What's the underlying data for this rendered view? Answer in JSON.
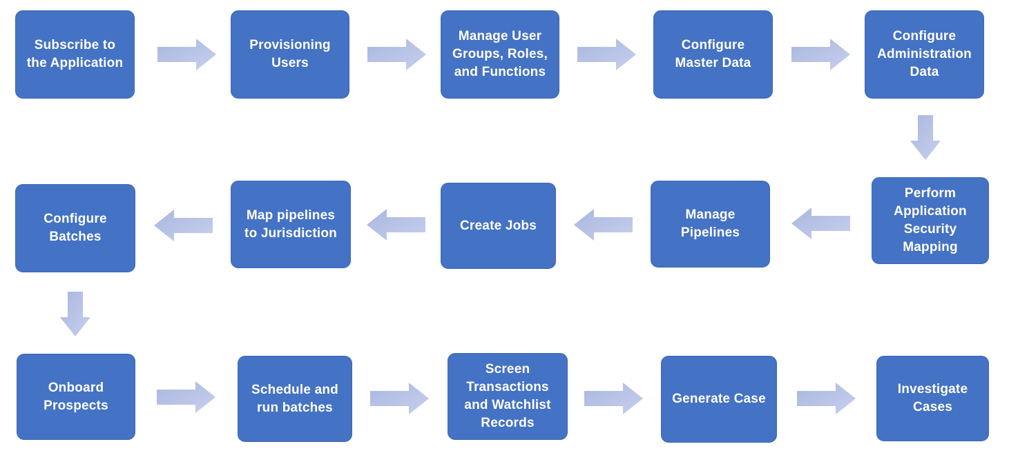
{
  "diagram": {
    "type": "flowchart",
    "colors": {
      "node_fill": "#4472C4",
      "node_border": "#3E69B3",
      "node_text": "#FFFFFF",
      "arrow_fill_dark": "#A9B7DE",
      "arrow_fill_light": "#C7CFEE",
      "background": "#FFFFFF"
    },
    "nodes": [
      {
        "id": "subscribe-to-the-application",
        "label": "Subscribe to\nthe Application"
      },
      {
        "id": "provisioning-users",
        "label": "Provisioning\nUsers"
      },
      {
        "id": "manage-user-groups-roles-and-functions",
        "label": "Manage User\nGroups, Roles,\nand Functions"
      },
      {
        "id": "configure-master-data",
        "label": "Configure\nMaster Data"
      },
      {
        "id": "configure-administration-data",
        "label": "Configure\nAdministration\nData"
      },
      {
        "id": "perform-application-security-mapping",
        "label": "Perform\nApplication\nSecurity\nMapping"
      },
      {
        "id": "manage-pipelines",
        "label": "Manage\nPipelines"
      },
      {
        "id": "create-jobs",
        "label": "Create Jobs"
      },
      {
        "id": "map-pipelines-to-jurisdiction",
        "label": "Map pipelines\nto Jurisdiction"
      },
      {
        "id": "configure-batches",
        "label": "Configure\nBatches"
      },
      {
        "id": "onboard-prospects",
        "label": "Onboard\nProspects"
      },
      {
        "id": "schedule-and-run-batches",
        "label": "Schedule and\nrun batches"
      },
      {
        "id": "screen-transactions-and-watchlist-records",
        "label": "Screen\nTransactions\nand Watchlist\nRecords"
      },
      {
        "id": "generate-case",
        "label": "Generate Case"
      },
      {
        "id": "investigate-cases",
        "label": "Investigate\nCases"
      }
    ],
    "arrows": [
      {
        "from": "subscribe-to-the-application",
        "to": "provisioning-users",
        "direction": "right"
      },
      {
        "from": "provisioning-users",
        "to": "manage-user-groups-roles-and-functions",
        "direction": "right"
      },
      {
        "from": "manage-user-groups-roles-and-functions",
        "to": "configure-master-data",
        "direction": "right"
      },
      {
        "from": "configure-master-data",
        "to": "configure-administration-data",
        "direction": "right"
      },
      {
        "from": "configure-administration-data",
        "to": "perform-application-security-mapping",
        "direction": "down"
      },
      {
        "from": "perform-application-security-mapping",
        "to": "manage-pipelines",
        "direction": "left"
      },
      {
        "from": "manage-pipelines",
        "to": "create-jobs",
        "direction": "left"
      },
      {
        "from": "create-jobs",
        "to": "map-pipelines-to-jurisdiction",
        "direction": "left"
      },
      {
        "from": "map-pipelines-to-jurisdiction",
        "to": "configure-batches",
        "direction": "left"
      },
      {
        "from": "configure-batches",
        "to": "onboard-prospects",
        "direction": "down"
      },
      {
        "from": "onboard-prospects",
        "to": "schedule-and-run-batches",
        "direction": "right"
      },
      {
        "from": "schedule-and-run-batches",
        "to": "screen-transactions-and-watchlist-records",
        "direction": "right"
      },
      {
        "from": "screen-transactions-and-watchlist-records",
        "to": "generate-case",
        "direction": "right"
      },
      {
        "from": "generate-case",
        "to": "investigate-cases",
        "direction": "right"
      }
    ]
  }
}
